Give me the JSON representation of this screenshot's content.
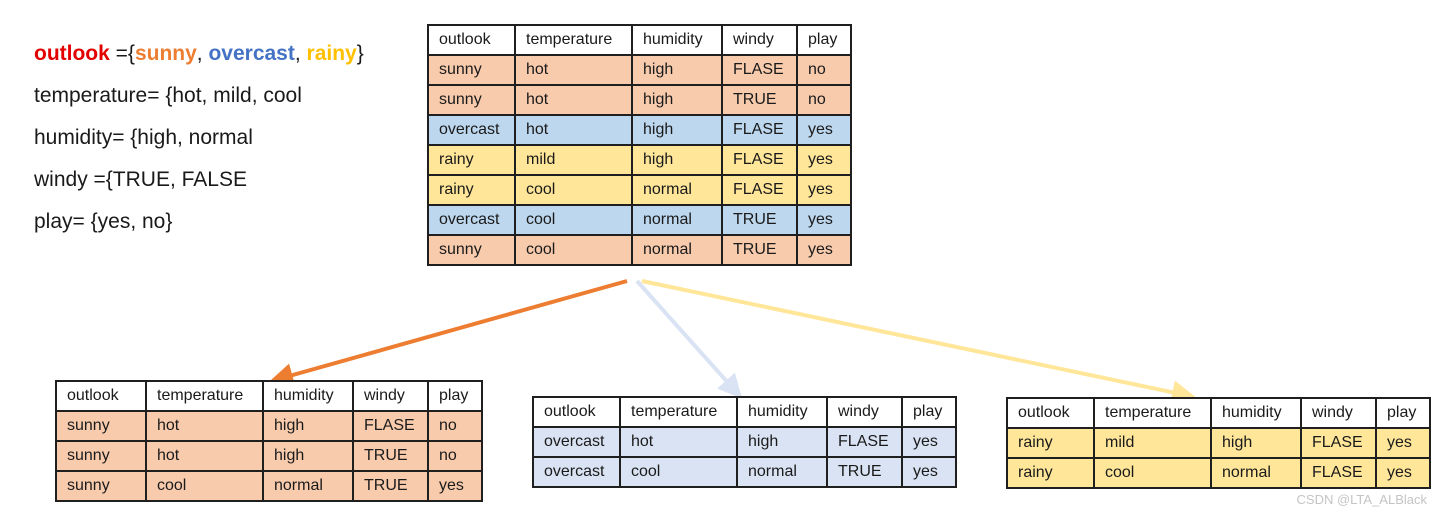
{
  "legend": [
    {
      "parts": [
        {
          "text": "outlook",
          "color": "#e30000"
        },
        {
          "text": " ={",
          "color": "#1a1a1a",
          "plain": true
        },
        {
          "text": "sunny",
          "color": "#ed7d31"
        },
        {
          "text": ", ",
          "color": "#1a1a1a",
          "plain": true
        },
        {
          "text": "overcast",
          "color": "#4472c4"
        },
        {
          "text": ", ",
          "color": "#1a1a1a",
          "plain": true
        },
        {
          "text": "rainy",
          "color": "#ffc000"
        },
        {
          "text": "}",
          "color": "#1a1a1a",
          "plain": true
        }
      ]
    },
    {
      "parts": [
        {
          "text": "temperature= {hot, mild, cool",
          "color": "#1a1a1a"
        }
      ]
    },
    {
      "parts": [
        {
          "text": "humidity= {high, normal",
          "color": "#1a1a1a"
        }
      ]
    },
    {
      "parts": [
        {
          "text": "windy ={TRUE, FALSE",
          "color": "#1a1a1a"
        }
      ]
    },
    {
      "parts": [
        {
          "text": "play= {yes, no}",
          "color": "#1a1a1a"
        }
      ]
    }
  ],
  "colors": {
    "sunny_row": "#f8cbad",
    "overcast_row": "#bdd7ee",
    "rainy_row": "#ffe699",
    "overcast_subset_row": "#dae3f3",
    "arrow_sunny": "#ed7d31",
    "arrow_overcast": "#dae3f3",
    "arrow_rainy": "#ffe699"
  },
  "tables": {
    "main": {
      "headers": [
        "outlook",
        "temperature",
        "humidity",
        "windy",
        "play"
      ],
      "rows": [
        {
          "cells": [
            "sunny",
            "hot",
            "high",
            "FLASE",
            "no"
          ],
          "color": "#f8cbad"
        },
        {
          "cells": [
            "sunny",
            "hot",
            "high",
            "TRUE",
            "no"
          ],
          "color": "#f8cbad"
        },
        {
          "cells": [
            "overcast",
            "hot",
            "high",
            "FLASE",
            "yes"
          ],
          "color": "#bdd7ee"
        },
        {
          "cells": [
            "rainy",
            "mild",
            "high",
            "FLASE",
            "yes"
          ],
          "color": "#ffe699"
        },
        {
          "cells": [
            "rainy",
            "cool",
            "normal",
            "FLASE",
            "yes"
          ],
          "color": "#ffe699"
        },
        {
          "cells": [
            "overcast",
            "cool",
            "normal",
            "TRUE",
            "yes"
          ],
          "color": "#bdd7ee"
        },
        {
          "cells": [
            "sunny",
            "cool",
            "normal",
            "TRUE",
            "yes"
          ],
          "color": "#f8cbad"
        }
      ]
    },
    "sunny": {
      "headers": [
        "outlook",
        "temperature",
        "humidity",
        "windy",
        "play"
      ],
      "rows": [
        {
          "cells": [
            "sunny",
            "hot",
            "high",
            "FLASE",
            "no"
          ],
          "color": "#f8cbad"
        },
        {
          "cells": [
            "sunny",
            "hot",
            "high",
            "TRUE",
            "no"
          ],
          "color": "#f8cbad"
        },
        {
          "cells": [
            "sunny",
            "cool",
            "normal",
            "TRUE",
            "yes"
          ],
          "color": "#f8cbad"
        }
      ]
    },
    "overcast": {
      "headers": [
        "outlook",
        "temperature",
        "humidity",
        "windy",
        "play"
      ],
      "rows": [
        {
          "cells": [
            "overcast",
            "hot",
            "high",
            "FLASE",
            "yes"
          ],
          "color": "#dae3f3"
        },
        {
          "cells": [
            "overcast",
            "cool",
            "normal",
            "TRUE",
            "yes"
          ],
          "color": "#dae3f3"
        }
      ]
    },
    "rainy": {
      "headers": [
        "outlook",
        "temperature",
        "humidity",
        "windy",
        "play"
      ],
      "rows": [
        {
          "cells": [
            "rainy",
            "mild",
            "high",
            "FLASE",
            "yes"
          ],
          "color": "#ffe699"
        },
        {
          "cells": [
            "rainy",
            "cool",
            "normal",
            "FLASE",
            "yes"
          ],
          "color": "#ffe699"
        }
      ]
    }
  },
  "watermark": "CSDN @LTA_ALBlack"
}
